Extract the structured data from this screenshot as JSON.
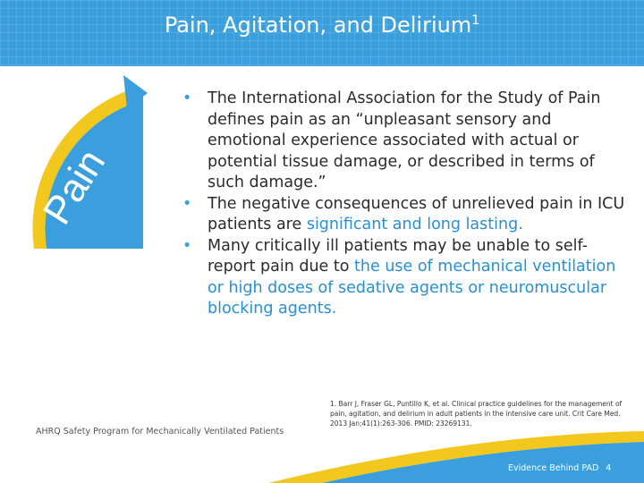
{
  "slide": {
    "title": "Pain, Agitation, and Delirium",
    "title_sup": "1",
    "side_label": "Pain"
  },
  "bullets": [
    {
      "parts": [
        {
          "text": "The International Association for the Study of Pain defines pain as an “unpleasant sensory and emotional experience associated with actual or potential tissue damage, or described in terms of such damage.”",
          "highlight": false
        }
      ]
    },
    {
      "parts": [
        {
          "text": "The negative consequences of unrelieved pain in ICU patients are ",
          "highlight": false
        },
        {
          "text": "significant and long lasting.",
          "highlight": true
        }
      ]
    },
    {
      "parts": [
        {
          "text": "Many critically ill patients may be unable to self-report pain due to ",
          "highlight": false
        },
        {
          "text": "the use of mechanical ventilation or high doses of sedative agents or neuromuscular blocking agents.",
          "highlight": true
        }
      ]
    }
  ],
  "reference": "1. Barr J, Fraser GL, Puntillo K, et al. Clinical practice guidelines for the management of pain, agitation, and delirium in adult patients in the intensive care unit. Crit Care Med. 2013 Jan;41(1):263-306. PMID: 23269131.",
  "footer": {
    "program": "AHRQ Safety Program for Mechanically Ventilated Patients",
    "section": "Evidence Behind PAD",
    "page": "4"
  },
  "colors": {
    "header_blue": "#3a9fdc",
    "arc_yellow": "#f2c81f",
    "highlight_blue": "#2a8fd0"
  }
}
